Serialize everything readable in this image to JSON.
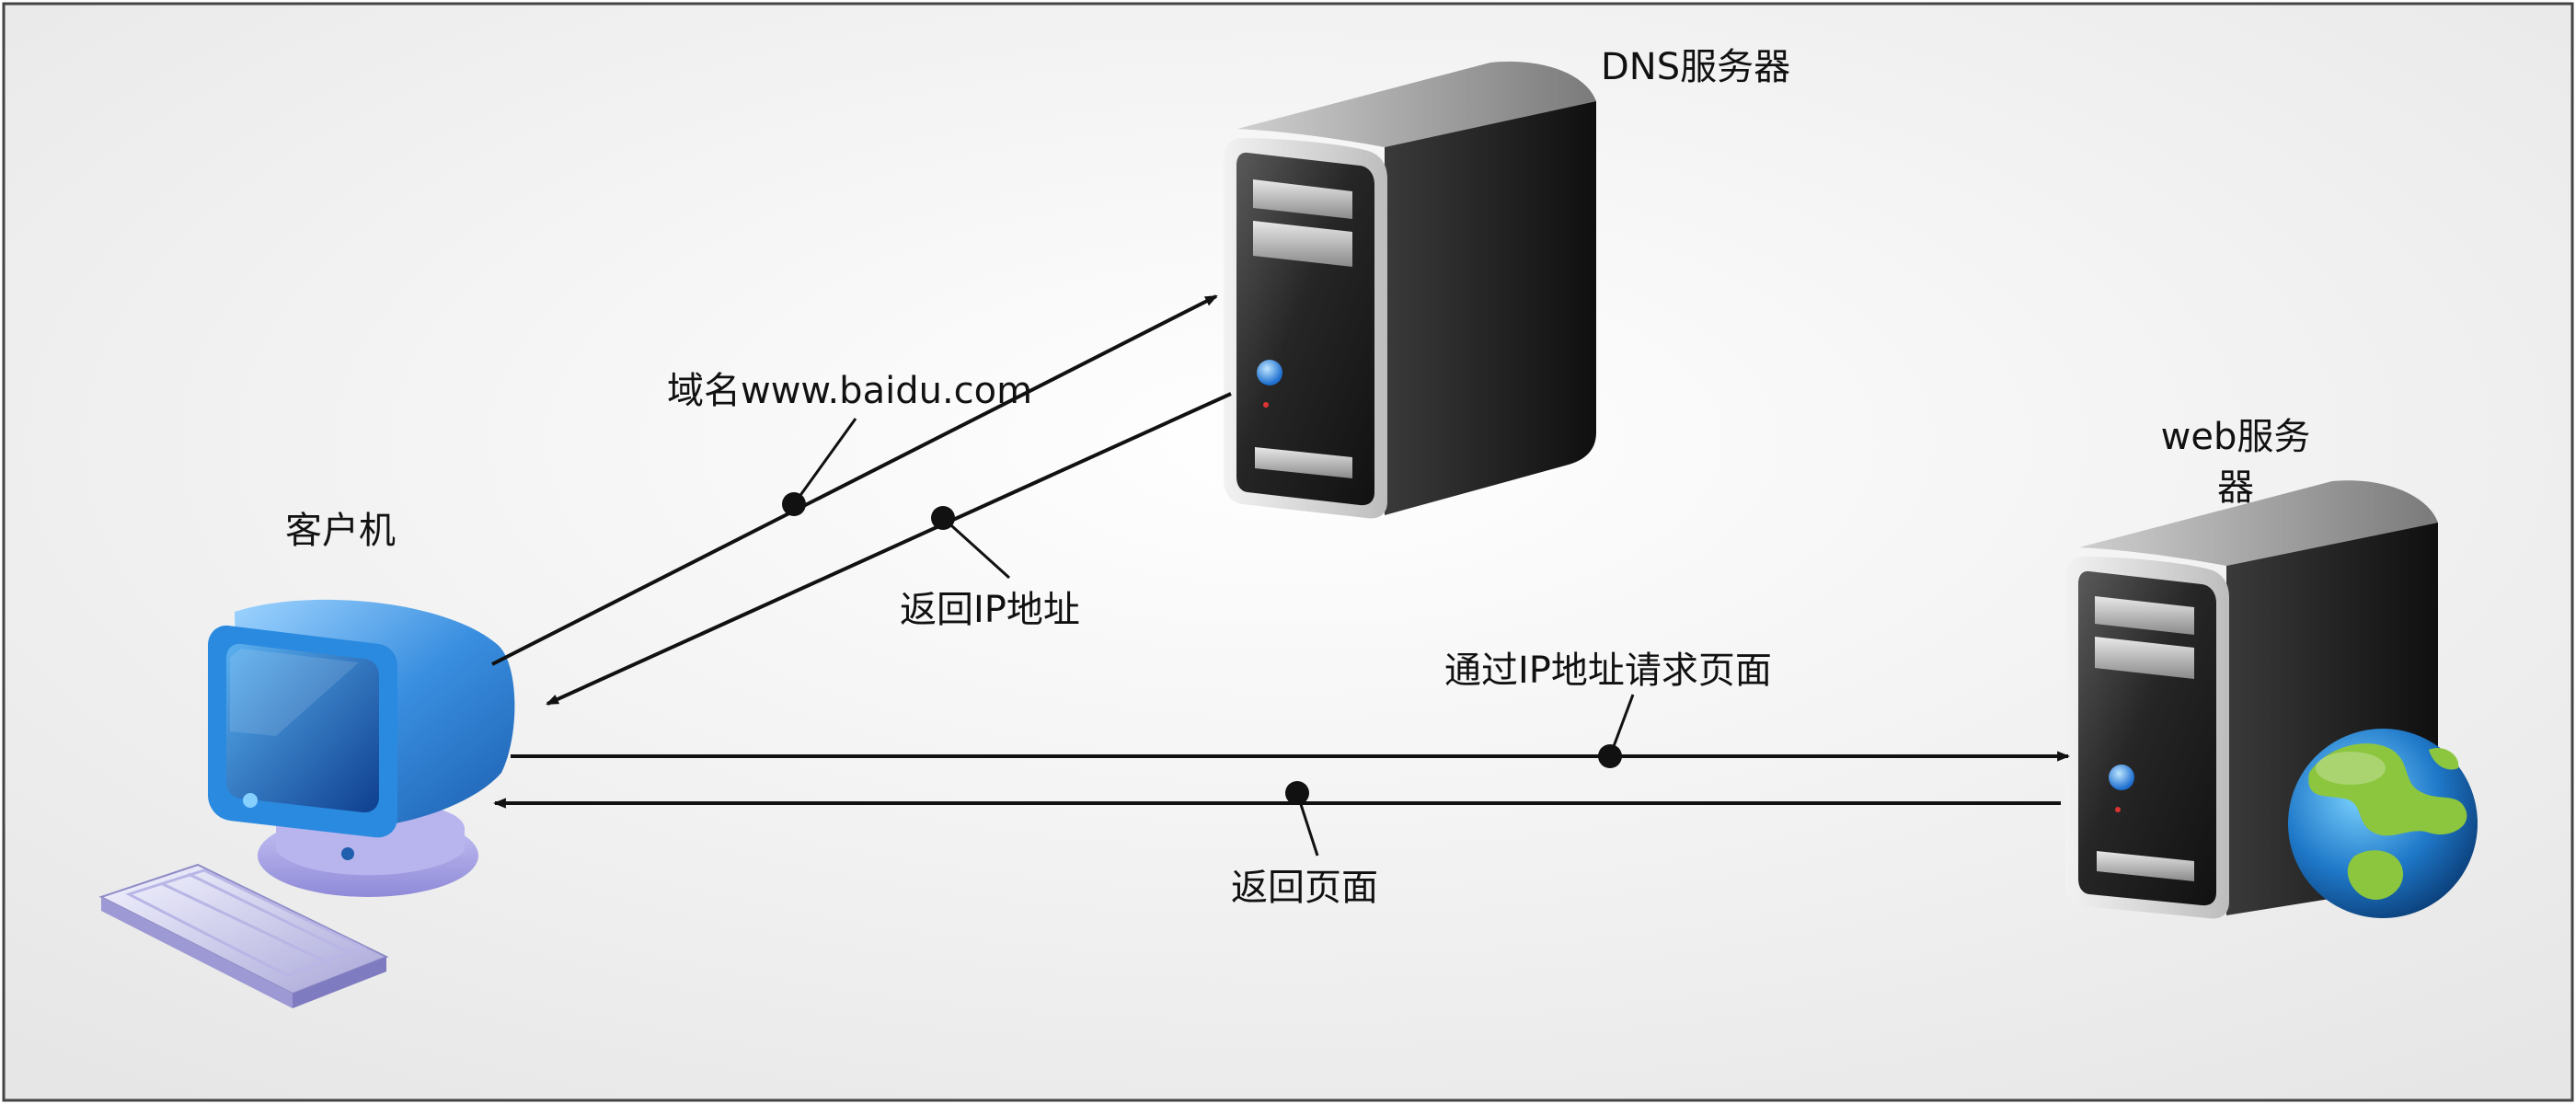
{
  "nodes": {
    "client": {
      "label": "客户机"
    },
    "dns": {
      "label": "DNS服务器"
    },
    "web": {
      "label_line1": "web服务",
      "label_line2": "器"
    }
  },
  "edges": {
    "query": {
      "label": "域名www.baidu.com"
    },
    "reply_ip": {
      "label": "返回IP地址"
    },
    "request_page": {
      "label": "通过IP地址请求页面"
    },
    "reply_page": {
      "label": "返回页面"
    }
  },
  "colors": {
    "arrow": "#111111",
    "tower_dark": "#2a2a2a",
    "monitor_blue": "#3a8fe0",
    "globe_green": "#8cc63f",
    "globe_blue": "#1f78c8"
  },
  "icons": {
    "client": "desktop-computer-icon",
    "dns": "server-tower-icon",
    "web": "server-tower-with-globe-icon"
  }
}
